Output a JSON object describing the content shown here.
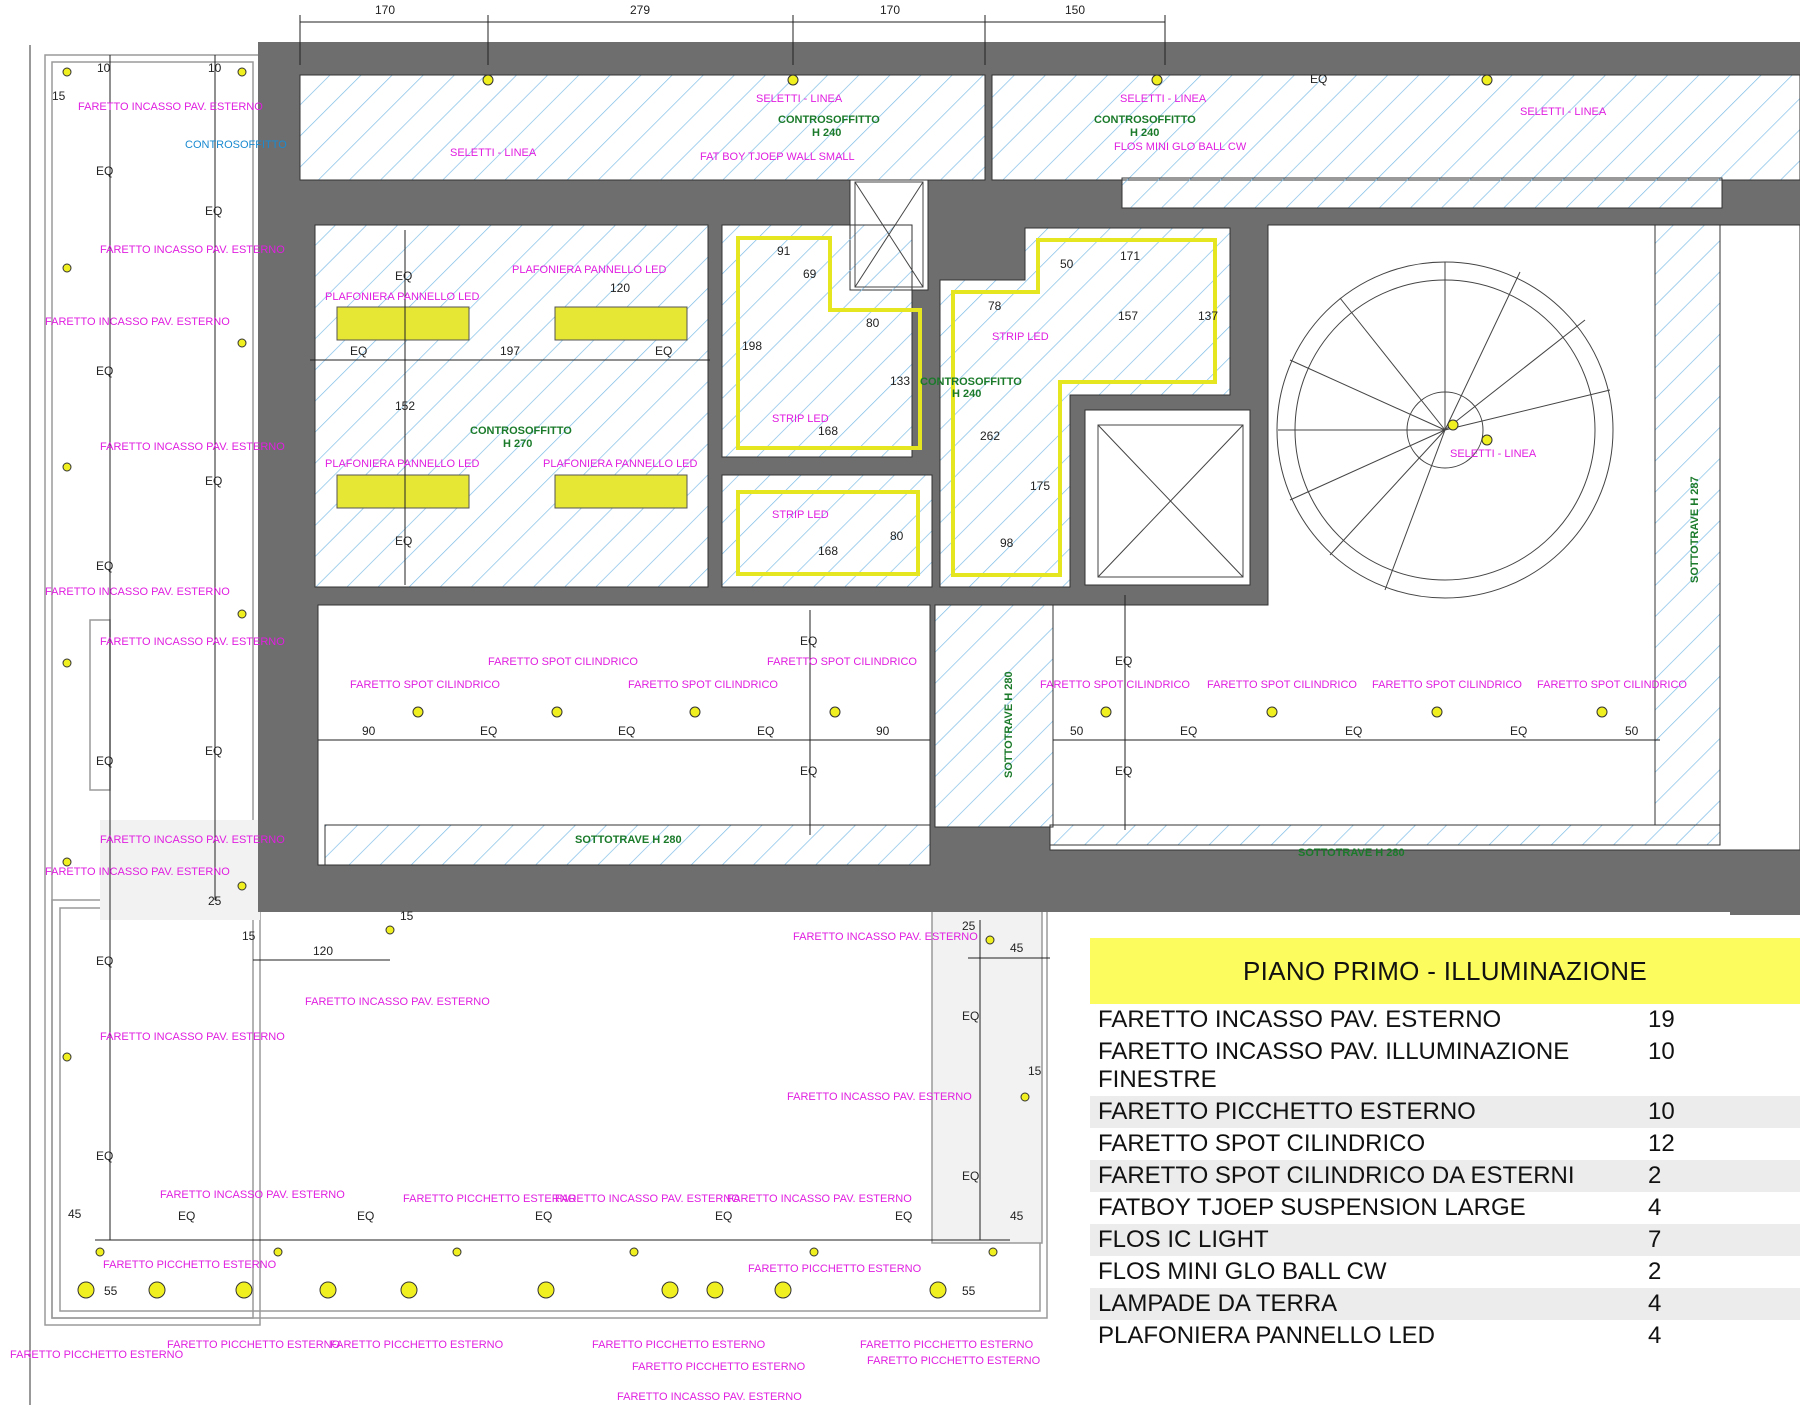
{
  "legend": {
    "title": "PIANO PRIMO - ILLUMINAZIONE",
    "rows": [
      {
        "name": "FARETTO INCASSO PAV. ESTERNO",
        "count": "19"
      },
      {
        "name": "FARETTO INCASSO PAV. ILLUMINAZIONE FINESTRE",
        "count": "10"
      },
      {
        "name": "FARETTO PICCHETTO ESTERNO",
        "count": "10"
      },
      {
        "name": "FARETTO SPOT CILINDRICO",
        "count": "12"
      },
      {
        "name": "FARETTO SPOT CILINDRICO DA ESTERNI",
        "count": "2"
      },
      {
        "name": "FATBOY TJOEP SUSPENSION LARGE",
        "count": "4"
      },
      {
        "name": "FLOS IC LIGHT",
        "count": "7"
      },
      {
        "name": "FLOS MINI GLO BALL CW",
        "count": "2"
      },
      {
        "name": "LAMPADE DA TERRA",
        "count": "4"
      },
      {
        "name": "PLAFONIERA PANNELLO LED",
        "count": "4"
      }
    ]
  },
  "labels": {
    "faretto_incasso": "FARETTO INCASSO PAV. ESTERNO",
    "faretto_picchetto": "FARETTO PICCHETTO ESTERNO",
    "faretto_spot": "FARETTO SPOT CILINDRICO",
    "seletti": "SELETTI - LINEA",
    "plafoniera": "PLAFONIERA PANNELLO LED",
    "strip": "STRIP LED",
    "fatboy": "FAT BOY TJOEP WALL SMALL",
    "flos_mini": "FLOS MINI GLO BALL CW",
    "controsoffitto": "CONTROSOFFITTO",
    "h240": "H 240",
    "h270": "H 270",
    "sottotrave_280": "SOTTOTRAVE H 280",
    "sottotrave_287": "SOTTOTRAVE H 287"
  },
  "dims": {
    "top": [
      "170",
      "279",
      "170",
      "150"
    ],
    "eq": "EQ",
    "d10": "10",
    "d15": "15",
    "d25": "25",
    "d45": "45",
    "d50": "50",
    "d55": "55",
    "d69": "69",
    "d78": "78",
    "d80": "80",
    "d90": "90",
    "d91": "91",
    "d98": "98",
    "d120": "120",
    "d133": "133",
    "d137": "137",
    "d152": "152",
    "d157": "157",
    "d168": "168",
    "d171": "171",
    "d175": "175",
    "d197": "197",
    "d198": "198",
    "d262": "262"
  },
  "colors": {
    "wall": "#6e6e6e",
    "hatch": "#7fbde6",
    "yellow": "#f0f020",
    "magenta": "#e01ee0",
    "green": "#1a7a2a",
    "legend_bg": "#fcfc5e"
  }
}
